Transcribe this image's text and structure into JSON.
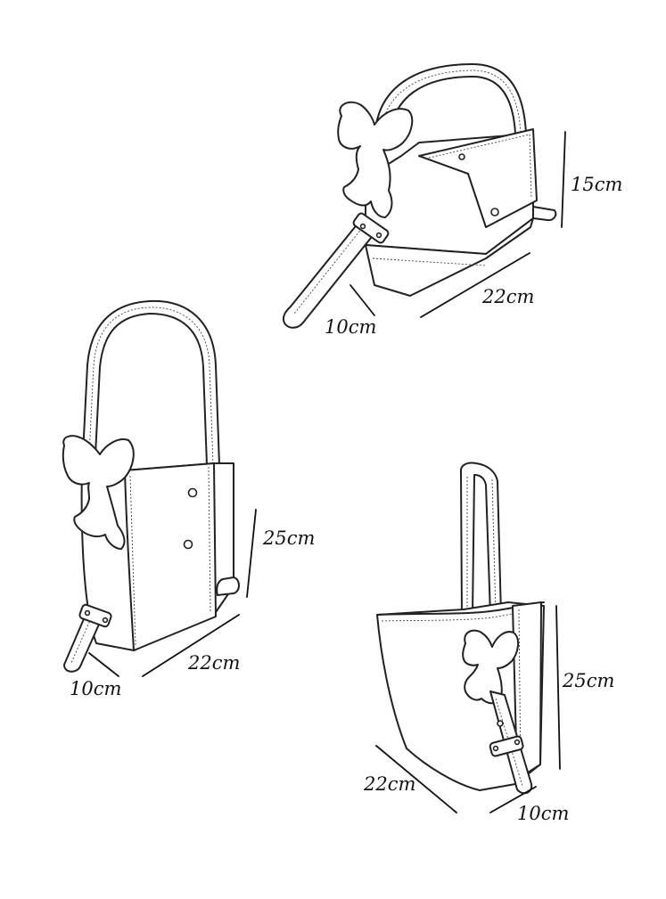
{
  "views": {
    "top_right": {
      "height_label": "15cm",
      "width_label": "22cm",
      "depth_label": "10cm"
    },
    "middle_left": {
      "height_label": "25cm",
      "width_label": "22cm",
      "depth_label": "10cm"
    },
    "bottom_right": {
      "height_label": "25cm",
      "width_label": "22cm",
      "depth_label": "10cm"
    }
  }
}
